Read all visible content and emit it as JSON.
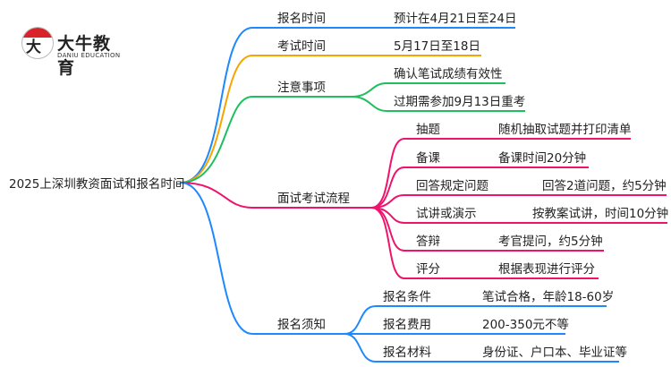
{
  "logo": {
    "mark": "大牛",
    "name_cn": "大牛教育",
    "name_en": "DANIU EDUCATION"
  },
  "root": "2025上深圳教资面试和报名时间",
  "colors": {
    "blue": "#1e88ff",
    "orange": "#f5a400",
    "green": "#1dbf5e",
    "pink": "#f0136c"
  },
  "branches": [
    {
      "label": "报名时间",
      "children": [
        {
          "value": "预计在4月21日至24日"
        }
      ]
    },
    {
      "label": "考试时间",
      "children": [
        {
          "value": "5月17日至18日"
        }
      ]
    },
    {
      "label": "注意事项",
      "children": [
        {
          "value": "确认笔试成绩有效性"
        },
        {
          "value": "过期需参加9月13日重考"
        }
      ]
    },
    {
      "label": "面试考试流程",
      "children": [
        {
          "label": "抽题",
          "value": "随机抽取试题并打印清单"
        },
        {
          "label": "备课",
          "value": "备课时间20分钟"
        },
        {
          "label": "回答规定问题",
          "value": "回答2道问题，约5分钟"
        },
        {
          "label": "试讲或演示",
          "value": "按教案试讲，时间10分钟"
        },
        {
          "label": "答辩",
          "value": "考官提问，约5分钟"
        },
        {
          "label": "评分",
          "value": "根据表现进行评分"
        }
      ]
    },
    {
      "label": "报名须知",
      "children": [
        {
          "label": "报名条件",
          "value": "笔试合格，年龄18-60岁"
        },
        {
          "label": "报名费用",
          "value": "200-350元不等"
        },
        {
          "label": "报名材料",
          "value": "身份证、户口本、毕业证等"
        }
      ]
    }
  ]
}
